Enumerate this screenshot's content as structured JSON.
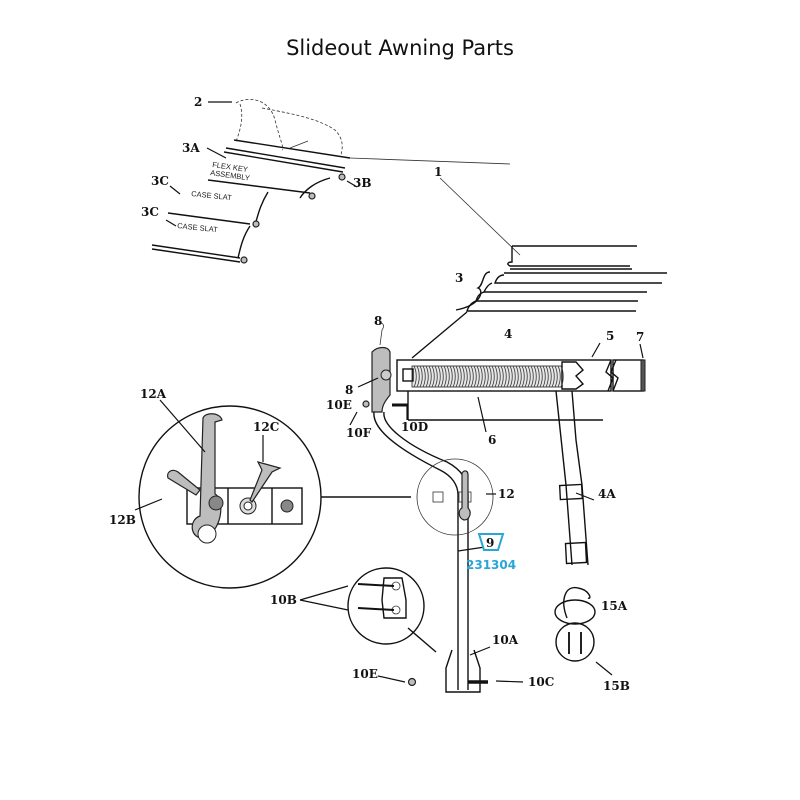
{
  "title": "Slideout Awning Parts",
  "callouts": {
    "p1": "1",
    "p2": "2",
    "p3": "3",
    "p3a": "3A",
    "p3b": "3B",
    "p3c_1": "3C",
    "p3c_2": "3C",
    "p4": "4",
    "p4a": "4A",
    "p5": "5",
    "p6": "6",
    "p7": "7",
    "p8_top": "8",
    "p8_side": "8",
    "p10a": "10A",
    "p10b": "10B",
    "p10c": "10C",
    "p10d": "10D",
    "p10e_top": "10E",
    "p10e_bottom": "10E",
    "p10f": "10F",
    "p12": "12",
    "p12a": "12A",
    "p12b": "12B",
    "p12c": "12C",
    "p15a": "15A",
    "p15b": "15B",
    "p9": "9"
  },
  "annotations": {
    "flex_key_line1": "FLEX KEY",
    "flex_key_line2": "ASSEMBLY",
    "case_slat_1": "CASE SLAT",
    "case_slat_2": "CASE SLAT"
  },
  "part_badge": {
    "number": "9",
    "part_code": "231304",
    "color": "#2aa6d6"
  }
}
